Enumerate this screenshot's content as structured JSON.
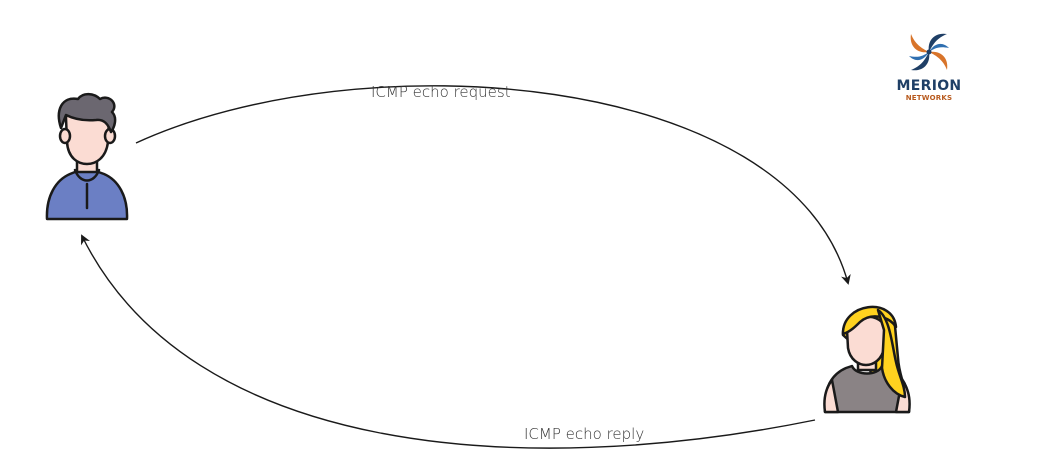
{
  "edges": {
    "request_label": "ICMP echo request",
    "reply_label": "ICMP echo reply"
  },
  "nodes": {
    "sender_icon": "man-avatar-icon",
    "receiver_icon": "woman-avatar-icon"
  },
  "logo": {
    "title": "MERION",
    "subtitle": "NETWORKS"
  },
  "colors": {
    "line": "#1a1a1a",
    "shirt_blue": "#6b7fc4",
    "hair_dark": "#6b6770",
    "hair_blonde": "#ffd21f",
    "skin": "#fbdcd3",
    "top_gray": "#8a8385",
    "logo_navy": "#1f3f66",
    "logo_orange": "#d8742a"
  }
}
